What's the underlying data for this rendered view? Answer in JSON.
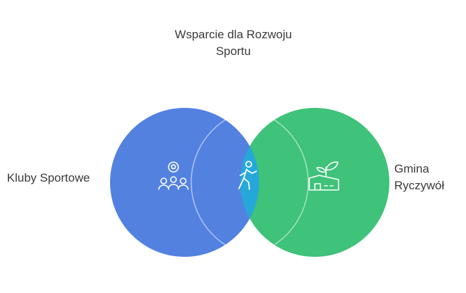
{
  "diagram": {
    "title_lines": [
      "Wsparcie dla Rozwoju",
      "Sportu"
    ],
    "left_set": {
      "label": "Kluby Sportowe",
      "color": "#5281e0",
      "icon": "sports-team-icon"
    },
    "right_set": {
      "label_lines": [
        "Gmina",
        "Ryczywół"
      ],
      "color": "#3fc27a",
      "icon": "municipality-growth-icon"
    },
    "intersection": {
      "color": "#25a8d9",
      "icon": "athlete-icon"
    }
  }
}
